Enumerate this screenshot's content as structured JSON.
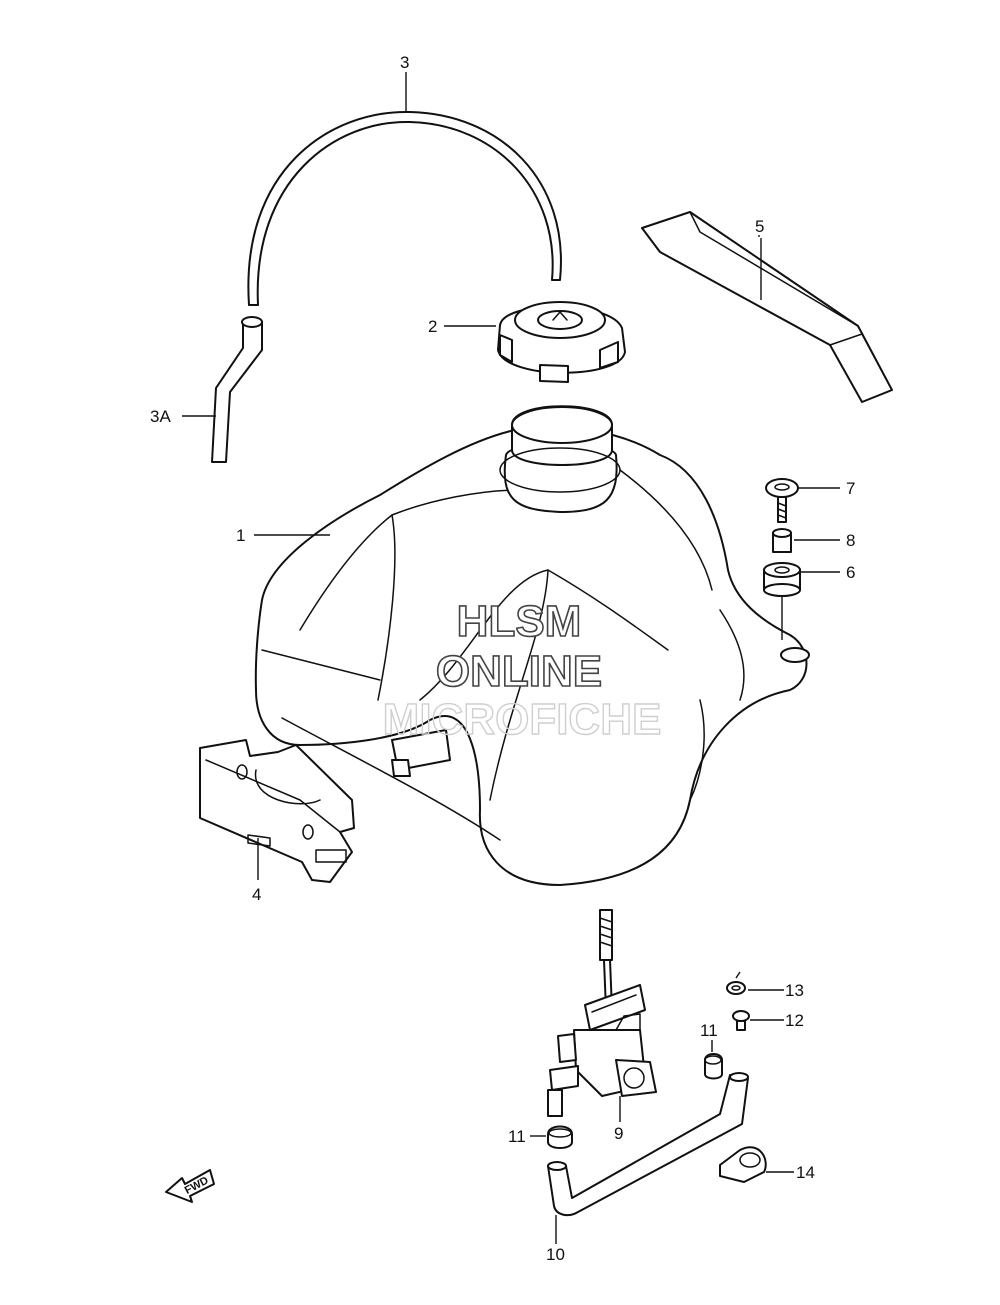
{
  "watermark": {
    "line1": "HLSM",
    "line2": "ONLINE",
    "line3": "MICROFICHE"
  },
  "direction_marker": {
    "text": "FWD",
    "icon": "forward-arrow-icon"
  },
  "callouts": [
    {
      "id": "3",
      "label": "3"
    },
    {
      "id": "3A",
      "label": "3A"
    },
    {
      "id": "2",
      "label": "2"
    },
    {
      "id": "5",
      "label": "5"
    },
    {
      "id": "1",
      "label": "1"
    },
    {
      "id": "7",
      "label": "7"
    },
    {
      "id": "8",
      "label": "8"
    },
    {
      "id": "6",
      "label": "6"
    },
    {
      "id": "4",
      "label": "4"
    },
    {
      "id": "13",
      "label": "13"
    },
    {
      "id": "12",
      "label": "12"
    },
    {
      "id": "11a",
      "label": "11"
    },
    {
      "id": "9",
      "label": "9"
    },
    {
      "id": "11b",
      "label": "11"
    },
    {
      "id": "14",
      "label": "14"
    },
    {
      "id": "10",
      "label": "10"
    }
  ]
}
